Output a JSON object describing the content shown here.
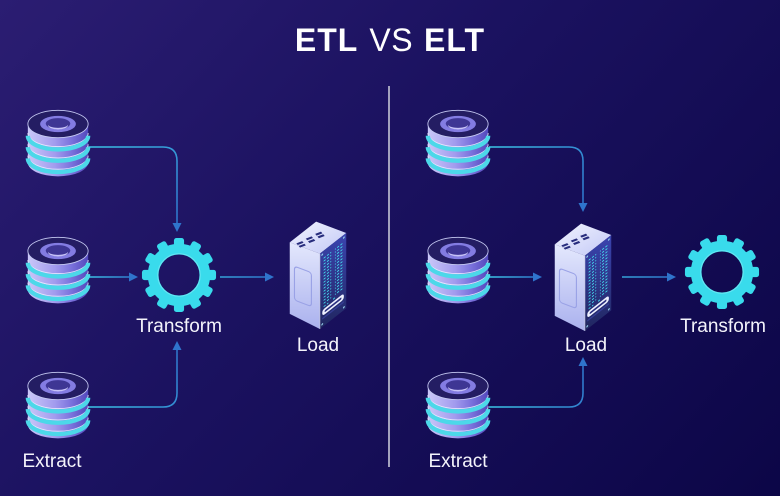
{
  "title": {
    "parts": [
      "ETL",
      "VS",
      "ELT"
    ]
  },
  "etl": {
    "extract": "Extract",
    "transform": "Transform",
    "load": "Load"
  },
  "elt": {
    "extract": "Extract",
    "load": "Load",
    "transform": "Transform"
  },
  "colors": {
    "background_top_left": "#2b1d72",
    "background_bottom_right": "#0c0647",
    "gear": "#39dbec",
    "database_stripe": "#4cd8e9",
    "arrow_start": "#3cc8e8",
    "arrow_end": "#2e6fc8",
    "arrowhead": "#2f74cc",
    "divider": "#a3a2bd",
    "server_code_text": "#45e2f2",
    "label_text": "#f4f4fb",
    "title_text": "#ffffff"
  }
}
